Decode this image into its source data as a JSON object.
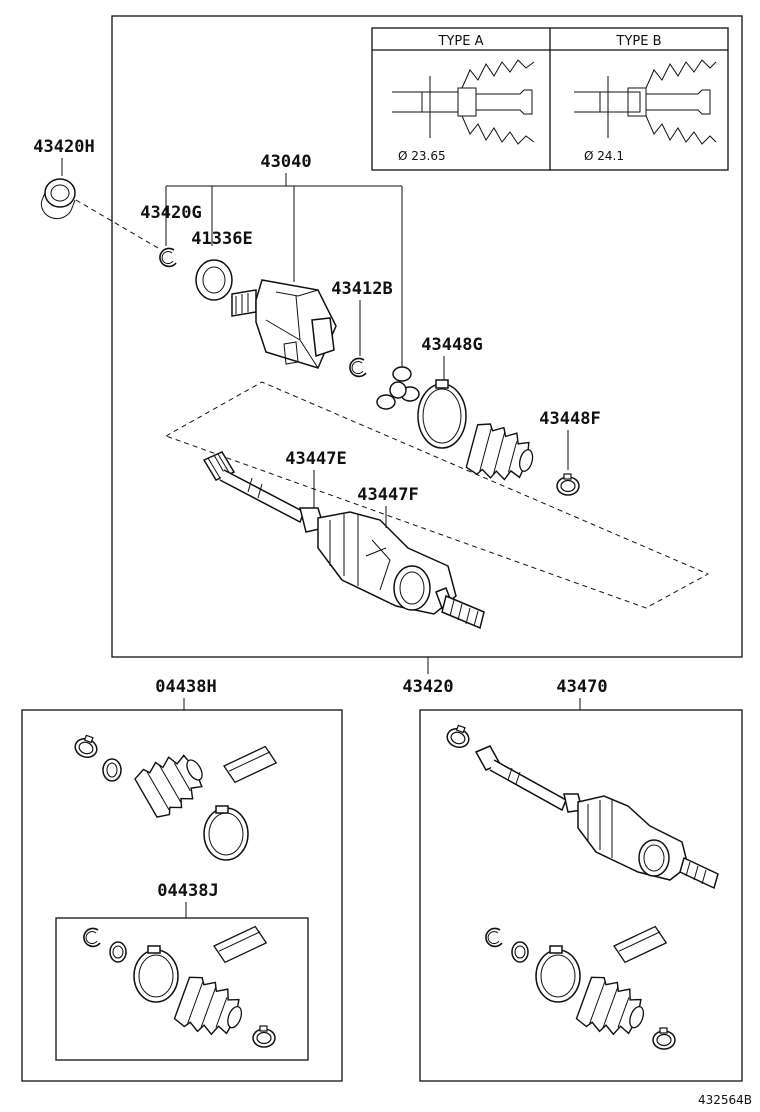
{
  "diagram": {
    "id_code": "432564B",
    "type_box": {
      "type_a": {
        "title": "TYPE A",
        "dimension": "Ø 23.65"
      },
      "type_b": {
        "title": "TYPE B",
        "dimension": "Ø 24.1"
      }
    },
    "labels": {
      "p43420H": "43420H",
      "p43040": "43040",
      "p43420G": "43420G",
      "p41336E": "41336E",
      "p43412B": "43412B",
      "p43448G": "43448G",
      "p43448F": "43448F",
      "p43447E": "43447E",
      "p43447F": "43447F",
      "p43420": "43420",
      "p04438H": "04438H",
      "p04438J": "04438J",
      "p43470": "43470"
    }
  }
}
